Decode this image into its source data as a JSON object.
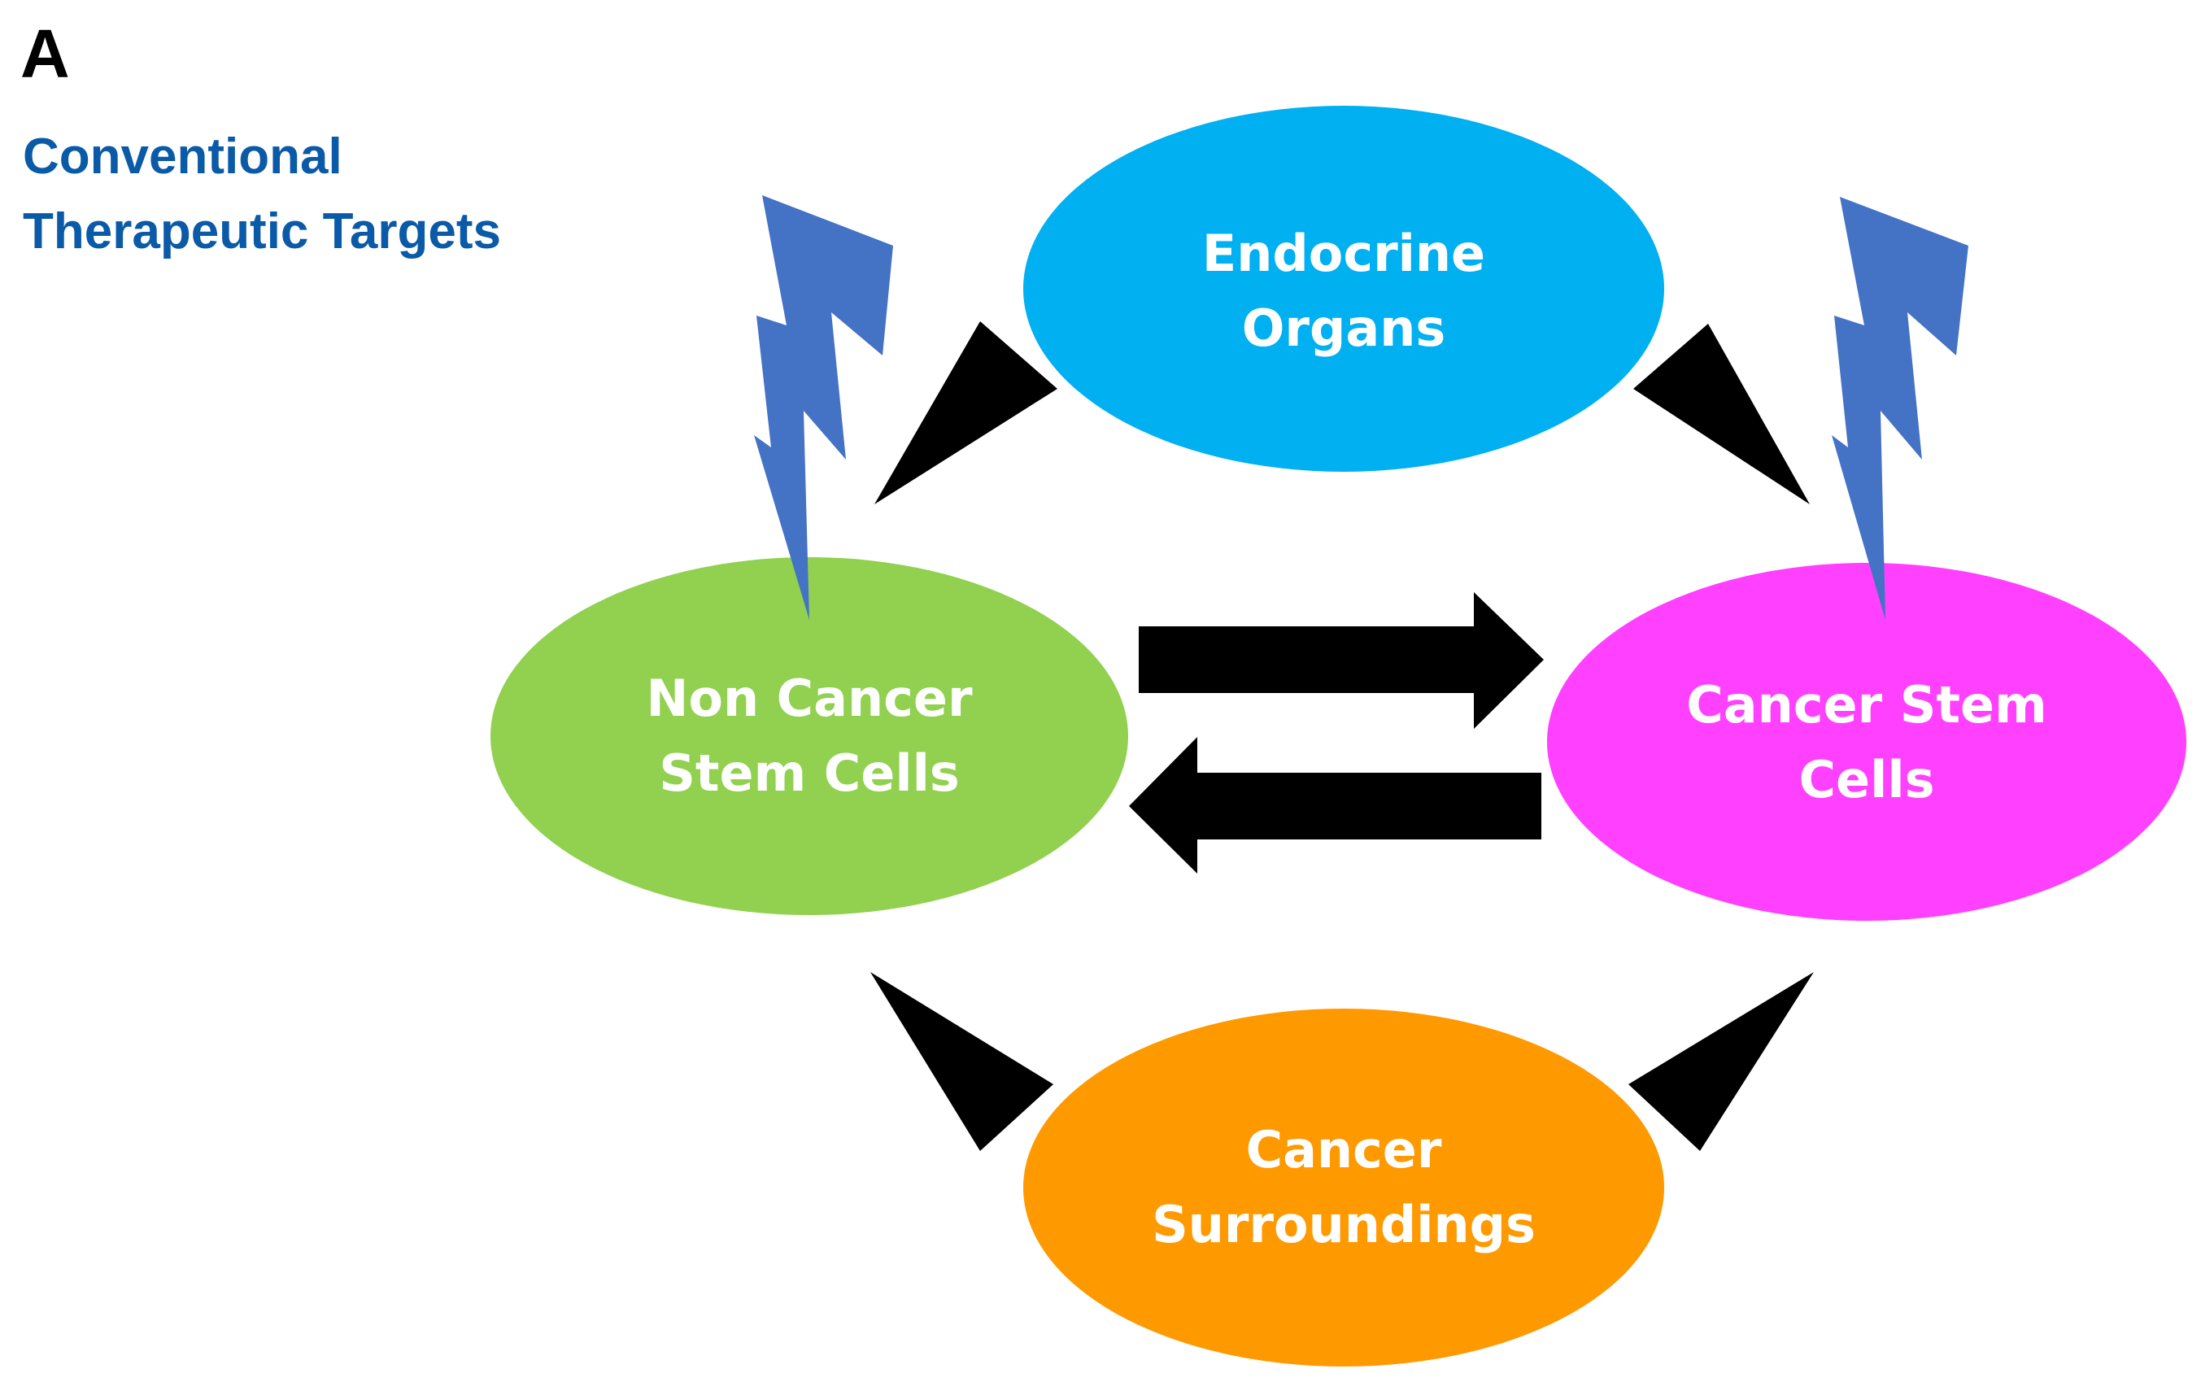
{
  "panel_label": "A",
  "header": {
    "line1": "Conventional",
    "line2": "Therapeutic Targets"
  },
  "nodes": {
    "endocrine": {
      "line1": "Endocrine",
      "line2": "Organs",
      "color": "#00b0f0"
    },
    "non_cancer": {
      "line1": "Non Cancer",
      "line2": "Stem Cells",
      "color": "#92d050"
    },
    "cancer_stem": {
      "line1": "Cancer Stem",
      "line2": "Cells",
      "color": "#ff40ff"
    },
    "surroundings": {
      "line1": "Cancer",
      "line2": "Surroundings",
      "color": "#ff9900"
    }
  },
  "colors": {
    "header": "#0a5aa8",
    "lightning": "#4472c4",
    "arrows": "#000000"
  },
  "icons": {
    "left_target": "lightning-bolt-icon",
    "right_target": "lightning-bolt-icon"
  }
}
